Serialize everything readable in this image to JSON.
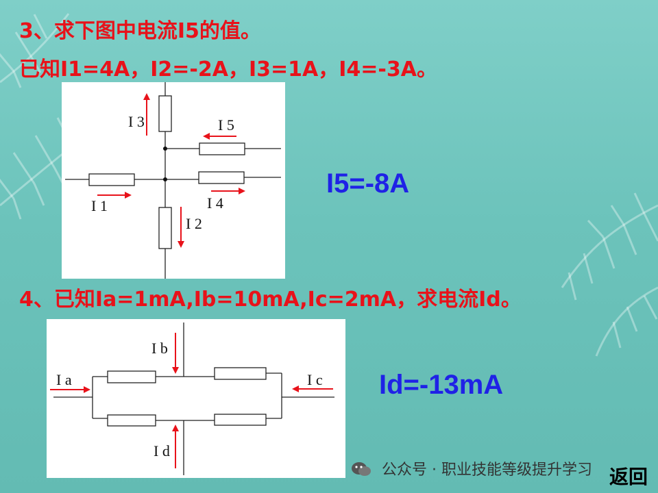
{
  "question3": {
    "title": "3、求下图中电流I5的值。",
    "given": "已知I1=4A，I2=-2A，I3=1A，I4=-3A。",
    "answer": "I5=-8A",
    "labels": {
      "i1": "I 1",
      "i2": "I 2",
      "i3": "I 3",
      "i4": "I 4",
      "i5": "I 5"
    }
  },
  "question4": {
    "title": "4、已知Ia=1mA,Ib=10mA,Ic=2mA，求电流Id。",
    "answer": "Id=-13mA",
    "labels": {
      "ia": "I a",
      "ib": "I b",
      "ic": "I c",
      "id": "I d"
    }
  },
  "watermark": {
    "text": "公众号 · 职业技能等级提升学习"
  },
  "back_button": {
    "label": "返回"
  },
  "colors": {
    "question": "#e8121a",
    "answer": "#1f22e6",
    "arrow": "#e8121a"
  }
}
